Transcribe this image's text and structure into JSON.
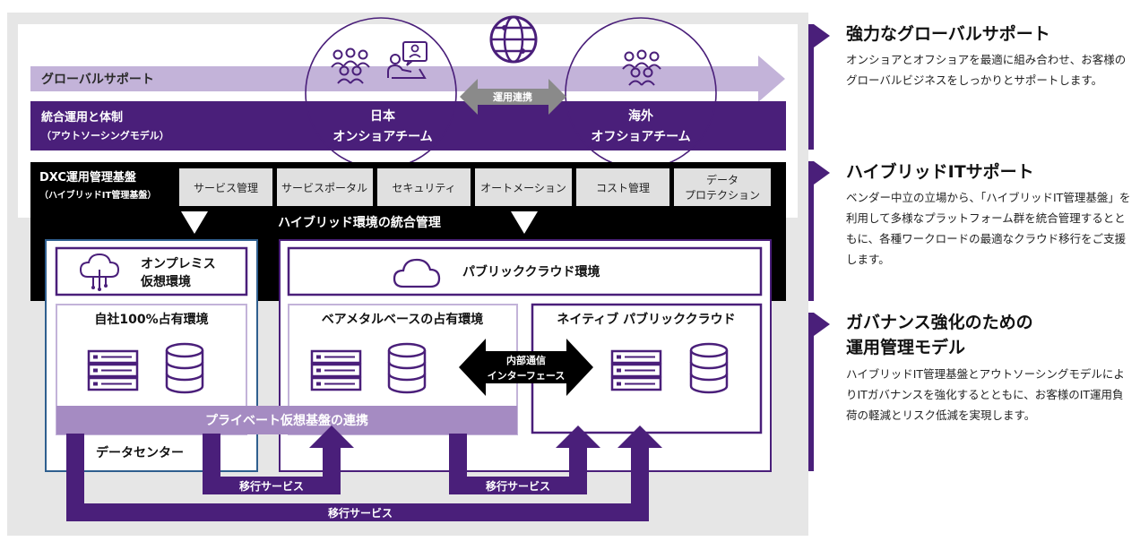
{
  "diagram": {
    "global_support": "グローバルサポート",
    "ops_line1": "統合運用と体制",
    "ops_line2": "（アウトソーシングモデル）",
    "japan_line1": "日本",
    "japan_line2": "オンショアチーム",
    "overseas_line1": "海外",
    "overseas_line2": "オフショアチーム",
    "coordination": "運用連携",
    "dxc_line1": "DXC運用管理基盤",
    "dxc_line2": "（ハイブリッドIT管理基盤）",
    "tools": [
      "サービス管理",
      "サービスポータル",
      "セキュリティ",
      "オートメーション",
      "コスト管理",
      "データ\nプロテクション"
    ],
    "hybrid_integration": "ハイブリッド環境の統合管理",
    "onprem_line1": "オンプレミス",
    "onprem_line2": "仮想環境",
    "public_cloud_env": "パブリッククラウド環境",
    "own_env": "自社100%占有環境",
    "baremetal_env": "ベアメタルベースの占有環境",
    "native_cloud": "ネイティブ パブリッククラウド",
    "internal_line1": "内部通信",
    "internal_line2": "インターフェース",
    "private_link": "プライベート仮想基盤の連携",
    "datacenter": "データセンター",
    "migration": "移行サービス",
    "migration_2": "移行サービス",
    "migration_3": "移行サービス"
  },
  "side": [
    {
      "title": "強力なグローバルサポート",
      "text": "オンショアとオフショアを最適に組み合わせ、お客様のグローバルビジネスをしっかりとサポートします。"
    },
    {
      "title": "ハイブリッドITサポート",
      "text": "ベンダー中立の立場から、「ハイブリッドIT管理基盤」を利用して多様なプラットフォーム群を統合管理するとともに、各種ワークロードの最適なクラウド移行をご支援します。"
    },
    {
      "title": "ガバナンス強化のための\n運用管理モデル",
      "text": "ハイブリッドIT管理基盤とアウトソーシングモデルによりITガバナンスを強化するとともに、お客様のIT運用負荷の軽減とリスク低減を実現します。"
    }
  ],
  "colors": {
    "dark_purple": "#4a1f7a",
    "light_purple": "#c3b3d9",
    "mid_purple": "#a58bc2",
    "black": "#000000",
    "gray_bg": "#e6e6e6",
    "blue_border": "#2f5f8f"
  }
}
